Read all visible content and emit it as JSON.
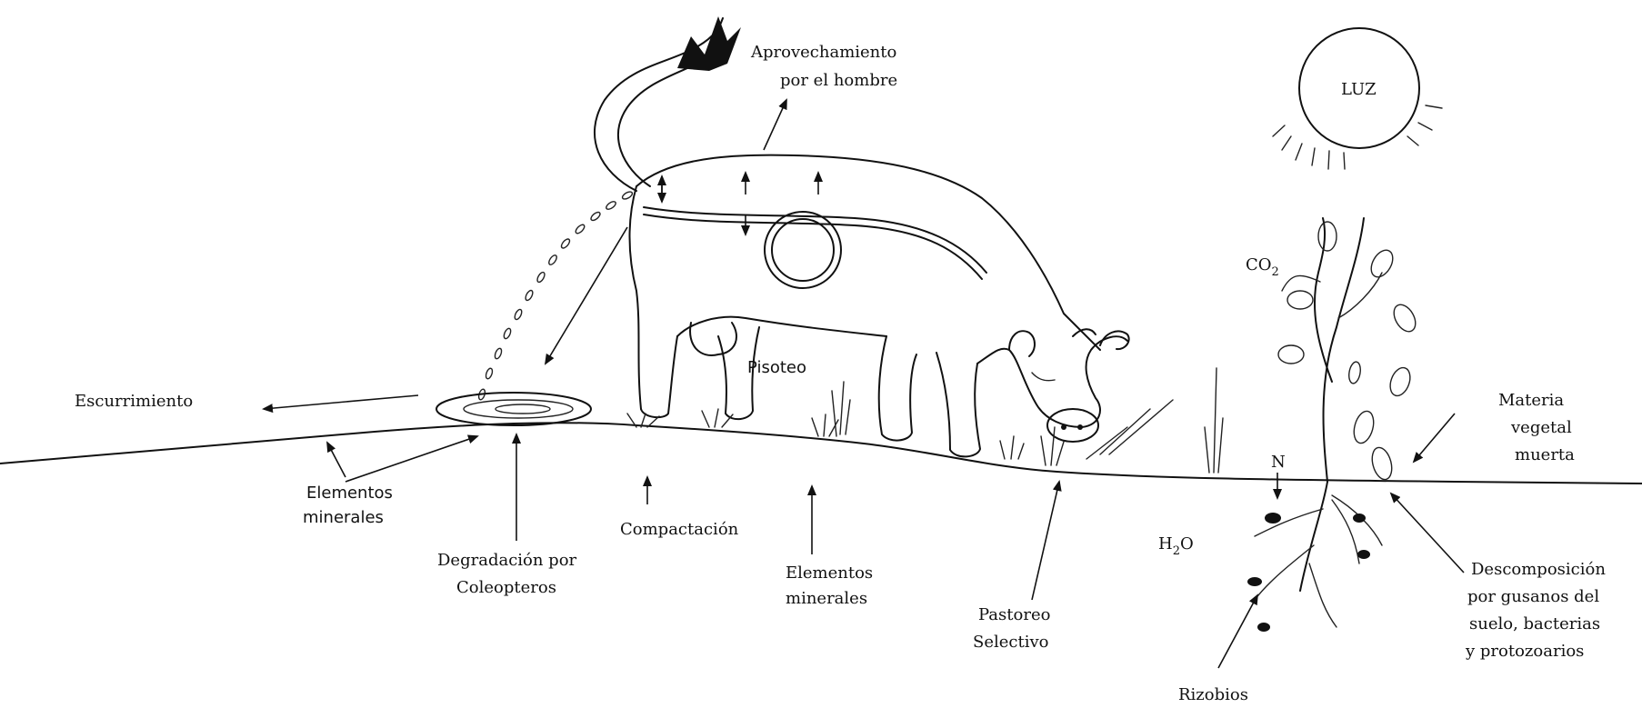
{
  "labels": {
    "aprovechamiento": [
      "Aprovechamiento",
      "por el hombre"
    ],
    "luz": "LUZ",
    "co2": "CO",
    "co2_sub": "2",
    "escurrimiento": "Escurrimiento",
    "pisoteo": "Pisoteo",
    "elementos_minerales_1": [
      "Elementos",
      "minerales"
    ],
    "degradacion": [
      "Degradación por",
      "Coleopteros"
    ],
    "compactacion": "Compactación",
    "elementos_minerales_2": [
      "Elementos",
      "minerales"
    ],
    "pastoreo": [
      "Pastoreo",
      "Selectivo"
    ],
    "h2o": "H",
    "h2o_sub": "2",
    "h2o_end": "O",
    "n": "N",
    "rizobios": "Rizobios",
    "materia_vegetal": [
      "Materia",
      "vegetal",
      "muerta"
    ],
    "descomposicion": [
      "Descomposición",
      "por gusanos del",
      "suelo, bacterias",
      "y protozoarios"
    ]
  }
}
